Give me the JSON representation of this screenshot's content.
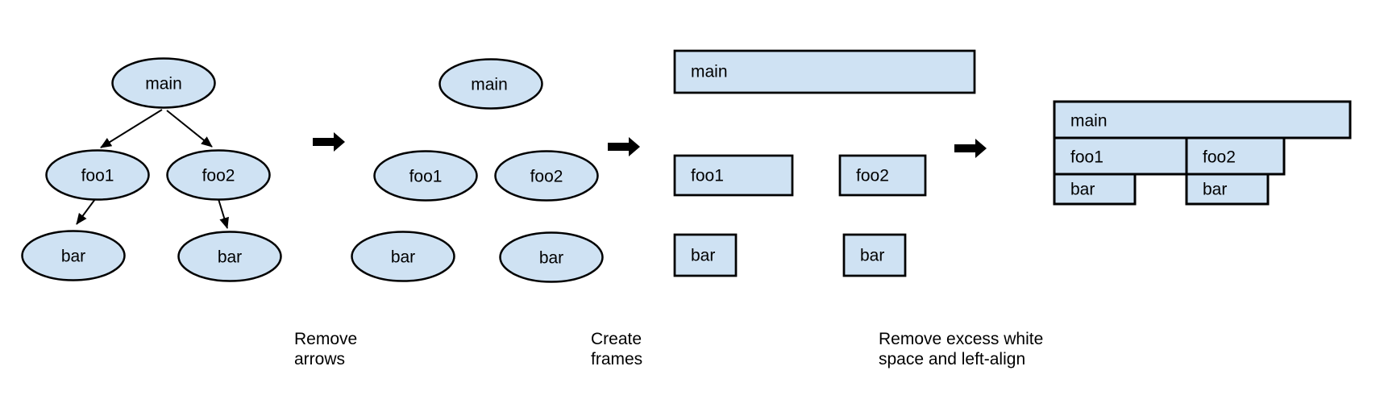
{
  "colors": {
    "background": "#ffffff",
    "node_fill": "#cfe2f3",
    "node_stroke": "#000000",
    "arrow_color": "#000000",
    "text_color": "#000000"
  },
  "panels": {
    "tree": {
      "nodes": [
        {
          "label": "main"
        },
        {
          "label": "foo1"
        },
        {
          "label": "foo2"
        },
        {
          "label": "bar"
        },
        {
          "label": "bar"
        }
      ]
    },
    "no_arrows": {
      "nodes": [
        {
          "label": "main"
        },
        {
          "label": "foo1"
        },
        {
          "label": "foo2"
        },
        {
          "label": "bar"
        },
        {
          "label": "bar"
        }
      ]
    },
    "frames": {
      "nodes": [
        {
          "label": "main"
        },
        {
          "label": "foo1"
        },
        {
          "label": "foo2"
        },
        {
          "label": "bar"
        },
        {
          "label": "bar"
        }
      ]
    },
    "flame": {
      "nodes": [
        {
          "label": "main"
        },
        {
          "label": "foo1"
        },
        {
          "label": "foo2"
        },
        {
          "label": "bar"
        },
        {
          "label": "bar"
        }
      ]
    }
  },
  "steps": [
    {
      "line1": "Remove",
      "line2": "arrows"
    },
    {
      "line1": "Create",
      "line2": "frames"
    },
    {
      "line1": "Remove excess white",
      "line2": "space and left-align"
    }
  ]
}
